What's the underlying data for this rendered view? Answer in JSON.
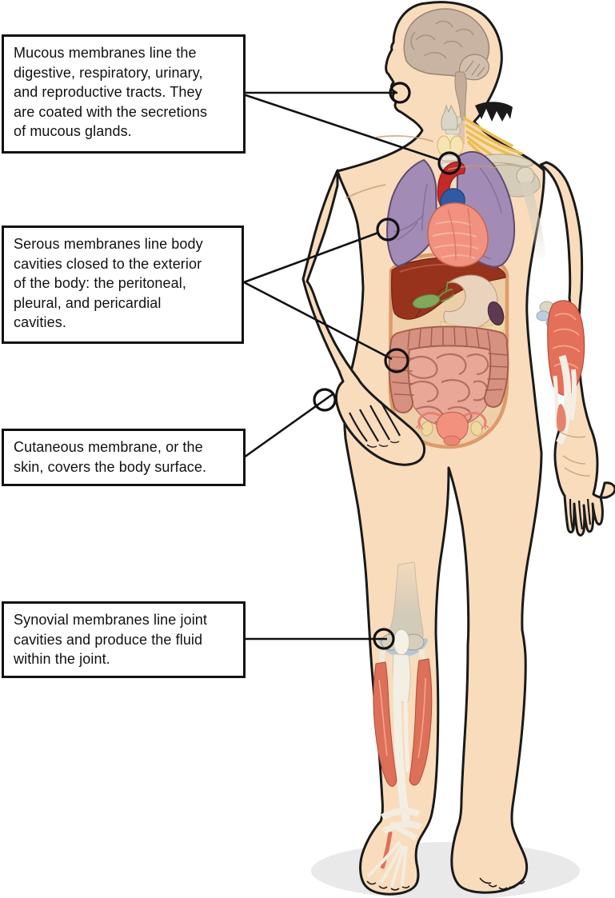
{
  "callouts": [
    {
      "name": "mucous-membranes",
      "text": "Mucous membranes line the\ndigestive, respiratory, urinary,\nand reproductive tracts. They\nare coated with the secretions\nof mucous glands.",
      "targets": [
        "mouth",
        "trachea"
      ]
    },
    {
      "name": "serous-membranes",
      "text": "Serous membranes line body\ncavities closed to the exterior\nof the body: the peritoneal,\npleural, and pericardial\ncavities.",
      "targets": [
        "pleural-cavity",
        "peritoneal-cavity"
      ]
    },
    {
      "name": "cutaneous-membrane",
      "text": "Cutaneous membrane, or the\nskin, covers the body surface.",
      "targets": [
        "skin-at-hip"
      ]
    },
    {
      "name": "synovial-membranes",
      "text": "Synovial membranes line joint\ncavities and produce the fluid\nwithin the joint.",
      "targets": [
        "knee-joint"
      ]
    }
  ],
  "markers": [
    {
      "name": "mouth-mucosa-marker"
    },
    {
      "name": "tracheal-mucosa-marker"
    },
    {
      "name": "pleural-serosa-marker"
    },
    {
      "name": "peritoneal-serosa-marker"
    },
    {
      "name": "cutaneous-skin-marker"
    },
    {
      "name": "synovial-knee-marker"
    }
  ],
  "colors": {
    "background": "#ffffff",
    "outline": "#1a1a1a",
    "skin": "#F8DCBC",
    "shadow": "#E9E9E9",
    "brain": "#C9B3A2",
    "lung": "#A28CB6",
    "lung_outline": "#5E4A72",
    "heart": "#F29180",
    "artery_red": "#C32A28",
    "vein_blue": "#2E5BA4",
    "liver": "#97331D",
    "stomach": "#EAD3BD",
    "gallbladder": "#83A85B",
    "spleen": "#5C3A52",
    "colon": "#D69181",
    "small_intestine": "#E9A797",
    "cavity_border": "#DE9A6B",
    "uterus": "#F2917E",
    "ovary": "#EFD9A0",
    "muscle": "#DD7059",
    "tendon": "#F3EFE4",
    "bone": "#D6CFBB",
    "cartilage": "#B8CFE0",
    "nerve": "#EEBE4A",
    "thyroid": "#F6E4B2"
  }
}
